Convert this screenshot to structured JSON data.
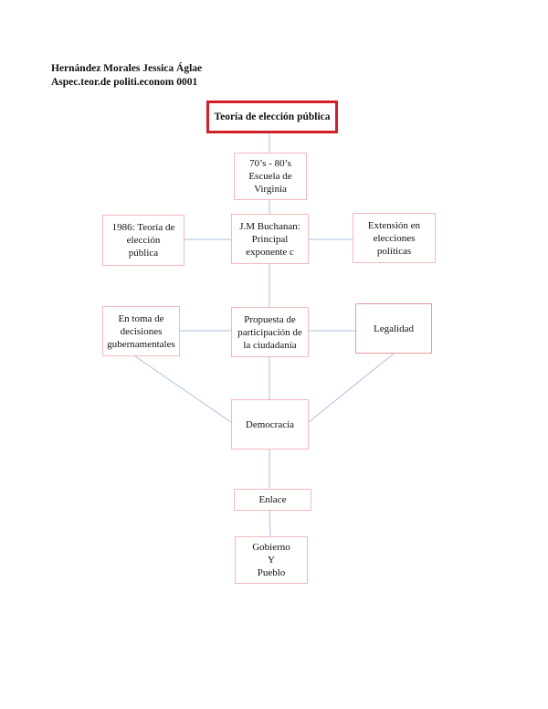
{
  "header": {
    "author": "Hernández Morales Jessica Áglae",
    "course": "Aspec.teor.de politi.econom 0001"
  },
  "diagram": {
    "title": "Teoría de elección pública",
    "nodes": {
      "era": "70’s - 80’s\nEscuela de\nVirginia",
      "year": "1986: Teoría de\nelección\npública",
      "buchanan": "J.M Buchanan:\nPrincipal\nexponente c",
      "extension": "Extensión en\nelecciones\npolíticas",
      "decisions": "En toma de\ndecisiones\ngubernamentales",
      "proposal": "Propuesta de\nparticipación de\nla ciudadanía",
      "legality": "Legalidad",
      "democracy": "Democracia",
      "link": "Enlace",
      "government": "Gobierno\nY\nPueblo"
    },
    "colors": {
      "title_border": "#d0202a",
      "node_border": "#f2b8bc",
      "connector": "#a9bfdc"
    }
  }
}
